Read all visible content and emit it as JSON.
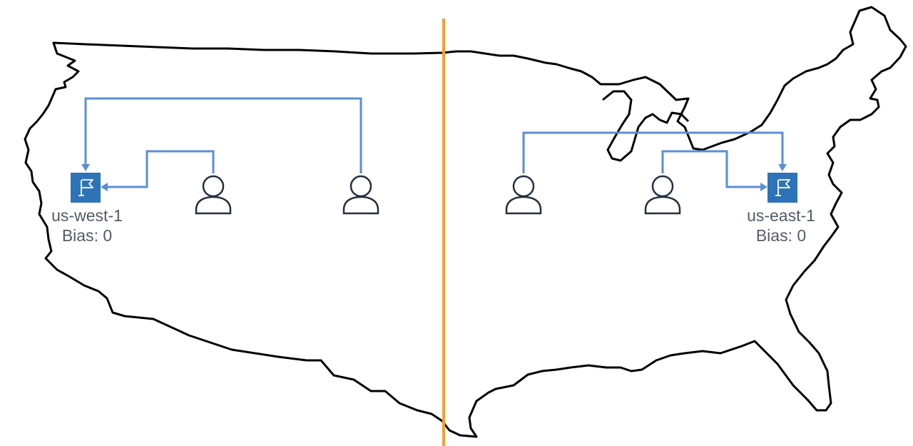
{
  "regions": [
    {
      "id": "west",
      "name": "us-west-1",
      "bias": "Bias: 0",
      "icon": "flag-icon"
    },
    {
      "id": "east",
      "name": "us-east-1",
      "bias": "Bias: 0",
      "icon": "flag-icon"
    }
  ],
  "users": [
    {
      "id": "user-1",
      "icon": "user-icon"
    },
    {
      "id": "user-2",
      "icon": "user-icon"
    },
    {
      "id": "user-3",
      "icon": "user-icon"
    },
    {
      "id": "user-4",
      "icon": "user-icon"
    }
  ],
  "routes": [
    {
      "from": "user-1",
      "to": "west"
    },
    {
      "from": "user-2",
      "to": "west"
    },
    {
      "from": "user-3",
      "to": "east"
    },
    {
      "from": "user-4",
      "to": "east"
    }
  ],
  "colors": {
    "map_outline": "#000000",
    "route": "#5b8ed6",
    "region_icon": "#2e73b8",
    "user_icon": "#232f3e",
    "divider": "#f0a030",
    "label_text": "#545b64"
  }
}
